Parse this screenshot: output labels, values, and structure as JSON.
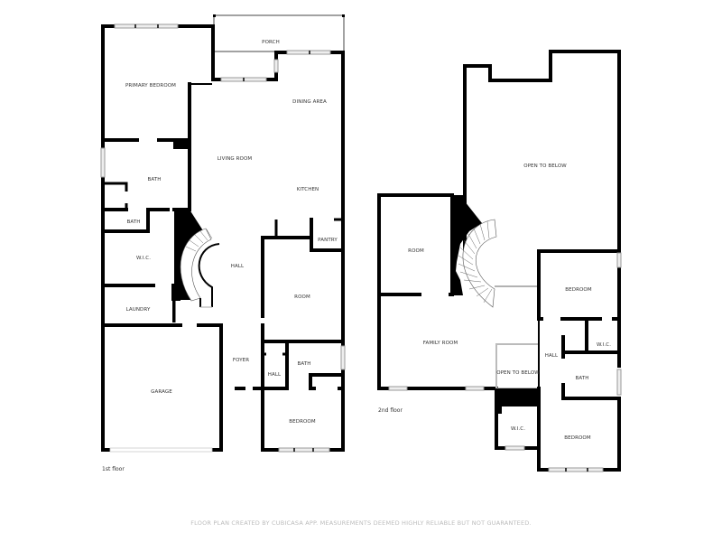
{
  "floors": [
    {
      "name": "1st floor",
      "rooms": [
        {
          "label": "PORCH"
        },
        {
          "label": "PRIMARY BEDROOM"
        },
        {
          "label": "DINING AREA"
        },
        {
          "label": "LIVING ROOM"
        },
        {
          "label": "BATH"
        },
        {
          "label": "KITCHEN"
        },
        {
          "label": "BATH"
        },
        {
          "label": "PANTRY"
        },
        {
          "label": "W.I.C."
        },
        {
          "label": "HALL"
        },
        {
          "label": "ROOM"
        },
        {
          "label": "LAUNDRY"
        },
        {
          "label": "FOYER"
        },
        {
          "label": "BATH"
        },
        {
          "label": "HALL"
        },
        {
          "label": "GARAGE"
        },
        {
          "label": "BEDROOM"
        }
      ]
    },
    {
      "name": "2nd floor",
      "rooms": [
        {
          "label": "OPEN TO BELOW"
        },
        {
          "label": "ROOM"
        },
        {
          "label": "BEDROOM"
        },
        {
          "label": "FAMILY ROOM"
        },
        {
          "label": "HALL"
        },
        {
          "label": "W.I.C."
        },
        {
          "label": "OPEN TO BELOW"
        },
        {
          "label": "BATH"
        },
        {
          "label": "W.I.C."
        },
        {
          "label": "BEDROOM"
        }
      ]
    }
  ],
  "footer": "FLOOR PLAN CREATED BY CUBICASA APP. MEASUREMENTS DEEMED HIGHLY RELIABLE BUT NOT GUARANTEED."
}
